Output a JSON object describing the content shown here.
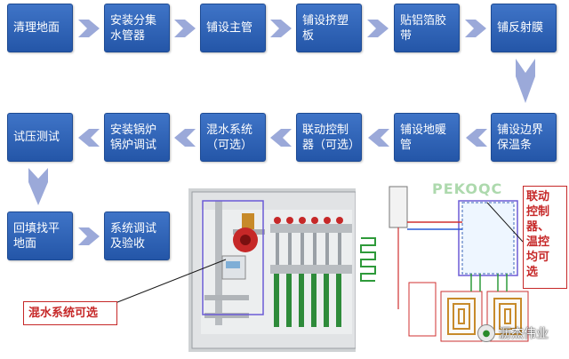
{
  "steps": [
    {
      "label": "清理地面"
    },
    {
      "label": "安装分集\n水管器"
    },
    {
      "label": "铺设主管"
    },
    {
      "label": "铺设挤塑\n板"
    },
    {
      "label": "贴铝箔胶\n带"
    },
    {
      "label": "铺反射膜"
    },
    {
      "label": "铺设边界\n保温条"
    },
    {
      "label": "铺设地暖\n管"
    },
    {
      "label": "联动控制\n器（可选）"
    },
    {
      "label": "混水系统\n（可选）"
    },
    {
      "label": "安装锅炉\n锅炉调试"
    },
    {
      "label": "试压测试"
    },
    {
      "label": "回填找平\n地面"
    },
    {
      "label": "系统调试\n及验收"
    }
  ],
  "callouts": {
    "mixing": "混水系统可选",
    "controller": "联动\n控制\n器、\n温控\n均可\n选"
  },
  "watermark": {
    "text": "沥杰伟业"
  },
  "photo_logo": "PEKOQC",
  "colors": {
    "box": "#2d62b8",
    "arrow": "#9ba9d9",
    "callout": "#c62828"
  }
}
